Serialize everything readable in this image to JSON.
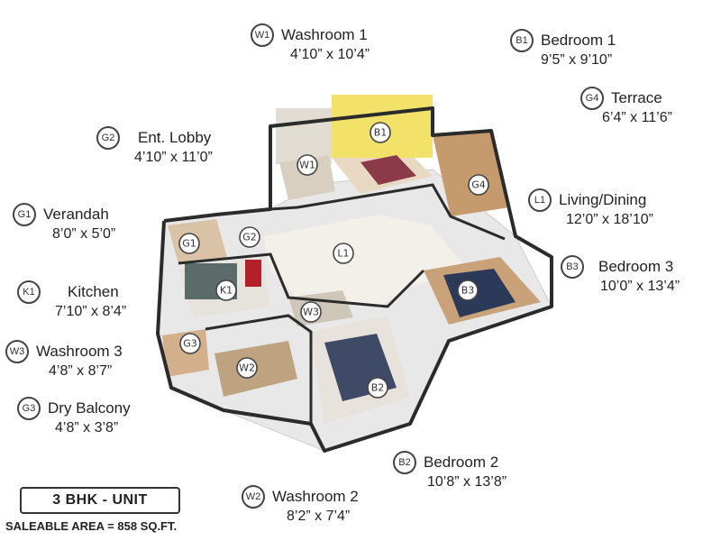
{
  "legend": {
    "w1": {
      "code": "W1",
      "name": "Washroom 1",
      "dim": "4’10” x 10’4”"
    },
    "b1": {
      "code": "B1",
      "name": "Bedroom 1",
      "dim": "9’5” x 9’10”"
    },
    "g4": {
      "code": "G4",
      "name": "Terrace",
      "dim": "6’4” x 11’6”"
    },
    "g2": {
      "code": "G2",
      "name": "Ent. Lobby",
      "dim": "4’10” x 11’0”"
    },
    "l1": {
      "code": "L1",
      "name": "Living/Dining",
      "dim": "12’0” x 18’10”"
    },
    "g1": {
      "code": "G1",
      "name": "Verandah",
      "dim": "8’0” x 5’0”"
    },
    "b3": {
      "code": "B3",
      "name": "Bedroom 3",
      "dim": "10’0” x 13’4”"
    },
    "k1": {
      "code": "K1",
      "name": "Kitchen",
      "dim": "7’10” x 8’4”"
    },
    "w3": {
      "code": "W3",
      "name": "Washroom 3",
      "dim": "4’8” x 8’7”"
    },
    "g3": {
      "code": "G3",
      "name": "Dry Balcony",
      "dim": "4’8” x 3’8”"
    },
    "b2": {
      "code": "B2",
      "name": "Bedroom 2",
      "dim": "10’8” x 13’8”"
    },
    "w2": {
      "code": "W2",
      "name": "Washroom 2",
      "dim": "8’2” x 7’4”"
    }
  },
  "plan_labels": {
    "b1": "B1",
    "w1": "W1",
    "g4": "G4",
    "g2": "G2",
    "g1": "G1",
    "l1": "L1",
    "k1": "K1",
    "w3": "W3",
    "b3": "B3",
    "g3": "G3",
    "w2": "W2",
    "b2": "B2"
  },
  "unit_type": "3 BHK - UNIT",
  "saleable_area": "SALEABLE AREA = 858 SQ.FT.",
  "colors": {
    "wall_dark": "#2b2b2b",
    "wall_light": "#e9e9e9",
    "floor_wood": "#caa27a",
    "floor_light": "#f1ece6",
    "accent_yellow": "#f2e26a",
    "bed_navy": "#2c3a5a",
    "kitchen_red": "#b3202a"
  }
}
